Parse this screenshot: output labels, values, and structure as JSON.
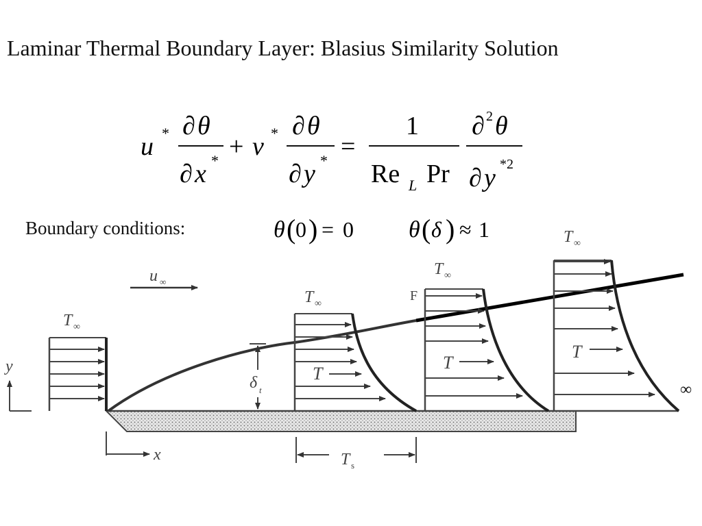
{
  "slide": {
    "title": "Laminar Thermal Boundary Layer: Blasius Similarity Solution"
  },
  "equation": {
    "u_star": "u",
    "v_star": "v",
    "star": "*",
    "partial": "∂",
    "theta": "θ",
    "x": "x",
    "y": "y",
    "plus": "+",
    "equals": "=",
    "numerator_one": "1",
    "Re": "Re",
    "Re_sub": "L",
    "Pr": "Pr",
    "squared": "2",
    "star_sq": "*2"
  },
  "boundary_conditions": {
    "label": "Boundary conditions:",
    "bc1_theta": "θ",
    "bc1_lparen": "(",
    "bc1_arg": "0",
    "bc1_rparen": ")",
    "bc1_rel": "=",
    "bc1_val": "0",
    "bc2_theta": "θ",
    "bc2_lparen": "(",
    "bc2_arg": "δ",
    "bc2_rparen": ")",
    "bc2_rel": "≈",
    "bc2_val": "1"
  },
  "diagram": {
    "u_inf_u": "u",
    "u_inf_sub": "∞",
    "T_inf_T": "T",
    "T_inf_sub": "∞",
    "T_label": "T",
    "delta_t": "δ",
    "delta_sub": "t",
    "y_axis": "y",
    "x_axis": "x",
    "marker_F": "F",
    "x_span_T": "T",
    "x_span_sub": "s",
    "infinity_symbol": "∞"
  }
}
